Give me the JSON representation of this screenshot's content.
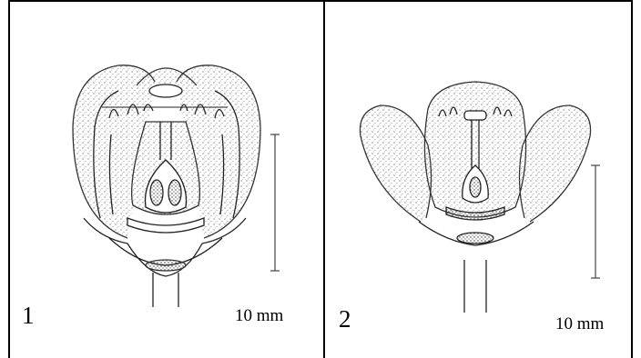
{
  "figure": {
    "panels": [
      {
        "id": "1",
        "label": "1",
        "scale_text": "10 mm"
      },
      {
        "id": "2",
        "label": "2",
        "scale_text": "10 mm"
      }
    ],
    "colors": {
      "ink": "#000000",
      "stipple": "#4a4a4a",
      "background": "#ffffff"
    }
  }
}
